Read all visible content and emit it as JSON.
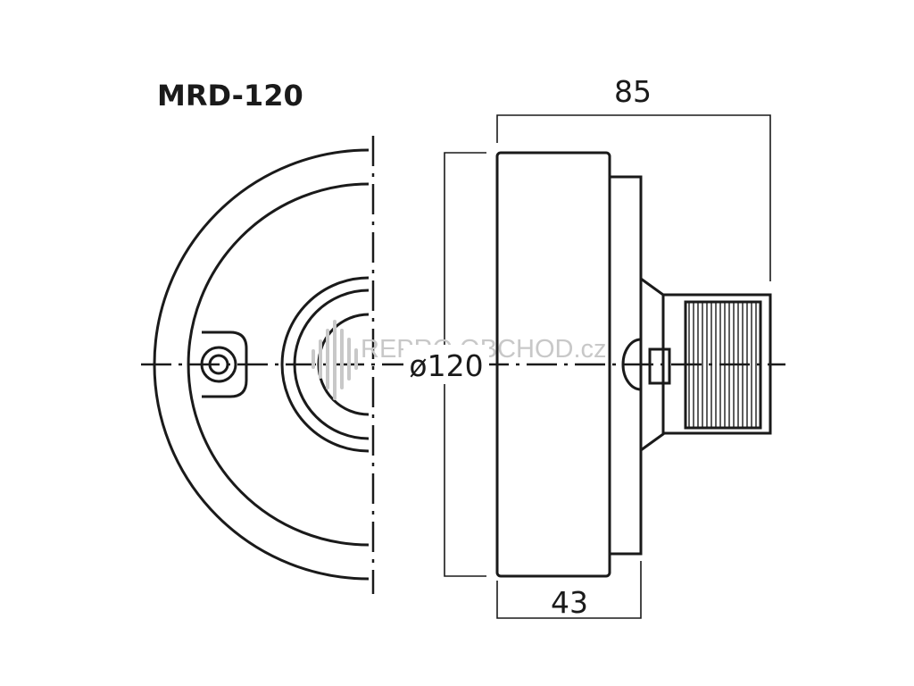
{
  "diagram": {
    "title": "MRD-120",
    "dimensions": {
      "overall_depth": "85",
      "diameter": "ø120",
      "body_depth": "43"
    },
    "watermark": "REPRO OBCHOD.cz",
    "colors": {
      "line": "#1a1a1a",
      "background": "#ffffff",
      "watermark": "#c8c8c8"
    }
  }
}
